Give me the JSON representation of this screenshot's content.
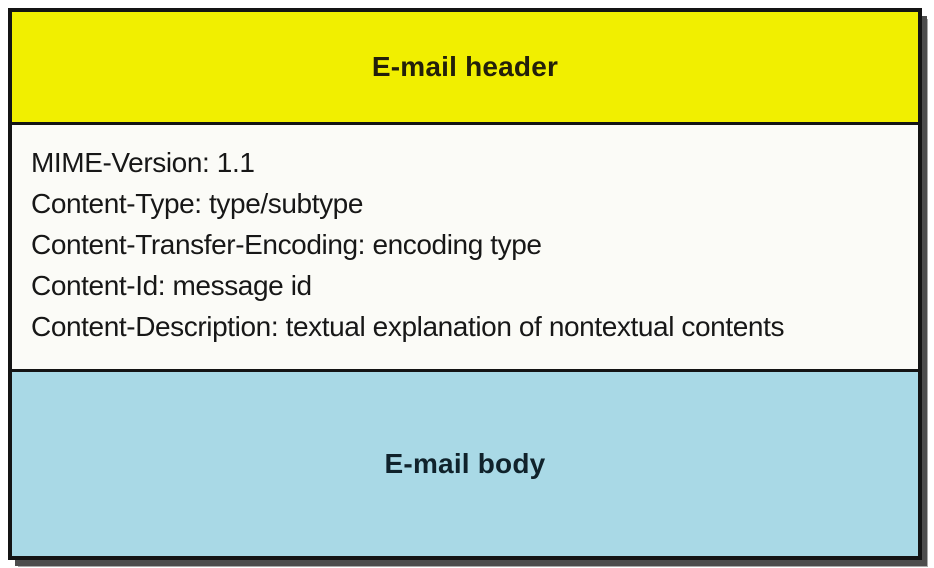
{
  "diagram": {
    "header_section": {
      "label": "E-mail header",
      "background": "#f1ef00"
    },
    "mime_section": {
      "background": "#fbfbf7",
      "lines": [
        "MIME-Version: 1.1",
        "Content-Type: type/subtype",
        "Content-Transfer-Encoding: encoding type",
        "Content-Id: message id",
        "Content-Description: textual explanation of nontextual contents"
      ]
    },
    "body_section": {
      "label": "E-mail body",
      "background": "#a9d9e6"
    },
    "border_color": "#141414",
    "shadow_color": "#4d4d4d"
  }
}
